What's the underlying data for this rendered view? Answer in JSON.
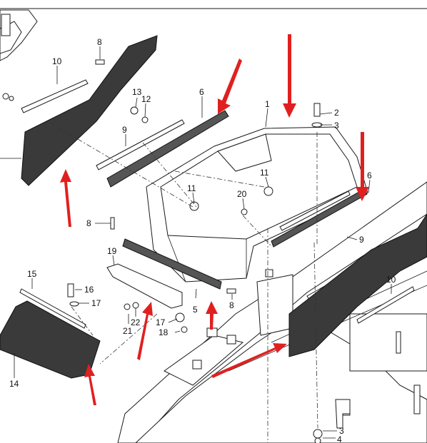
{
  "colors": {
    "accent_arrow": "#e02020",
    "rubber": "#3a3a3a",
    "line": "#1a1a1a"
  },
  "callouts": [
    {
      "id": "c8a",
      "text": "8"
    },
    {
      "id": "c10a",
      "text": "10"
    },
    {
      "id": "c13",
      "text": "13"
    },
    {
      "id": "c12",
      "text": "12"
    },
    {
      "id": "c6a",
      "text": "6"
    },
    {
      "id": "c1",
      "text": "1"
    },
    {
      "id": "c2",
      "text": "2"
    },
    {
      "id": "c3a",
      "text": "3"
    },
    {
      "id": "c9a",
      "text": "9"
    },
    {
      "id": "c11a",
      "text": "11"
    },
    {
      "id": "c11b",
      "text": "11"
    },
    {
      "id": "c20",
      "text": "20"
    },
    {
      "id": "c6b",
      "text": "6"
    },
    {
      "id": "c8b",
      "text": "8"
    },
    {
      "id": "c9b",
      "text": "9"
    },
    {
      "id": "c19",
      "text": "19"
    },
    {
      "id": "c15",
      "text": "15"
    },
    {
      "id": "c16",
      "text": "16"
    },
    {
      "id": "c17a",
      "text": "17"
    },
    {
      "id": "c10b",
      "text": "10"
    },
    {
      "id": "c22",
      "text": "22"
    },
    {
      "id": "c17b",
      "text": "17"
    },
    {
      "id": "c5",
      "text": "5"
    },
    {
      "id": "c8c",
      "text": "8"
    },
    {
      "id": "c21",
      "text": "21"
    },
    {
      "id": "c18",
      "text": "18"
    },
    {
      "id": "c14",
      "text": "14"
    },
    {
      "id": "c3b",
      "text": "3"
    },
    {
      "id": "c4",
      "text": "4"
    }
  ]
}
